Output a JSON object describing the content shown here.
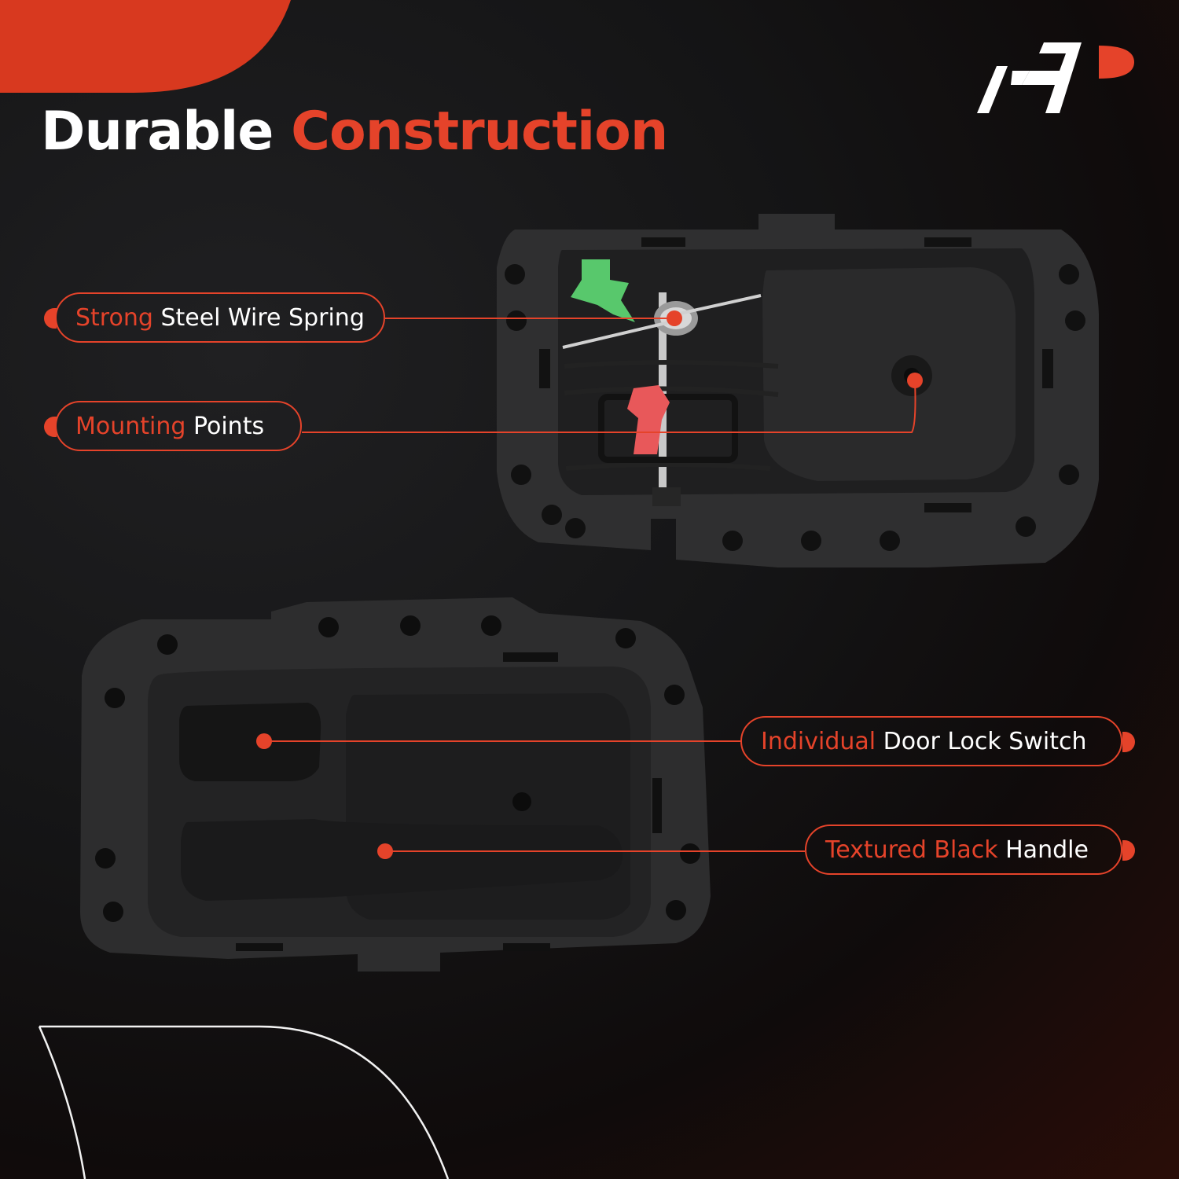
{
  "heading": {
    "word1": "Durable",
    "word2": "Construction"
  },
  "colors": {
    "accent": "#e5432a",
    "text": "#ffffff",
    "background": "#141415"
  },
  "logo": {
    "icon": "brand-logo-icon"
  },
  "callouts": [
    {
      "accent": "Strong",
      "text": "Steel Wire Spring"
    },
    {
      "accent": "Mounting",
      "text": "Points"
    },
    {
      "accent": "Individual",
      "text": "Door Lock Switch"
    },
    {
      "accent": "Textured Black",
      "text": "Handle"
    }
  ]
}
